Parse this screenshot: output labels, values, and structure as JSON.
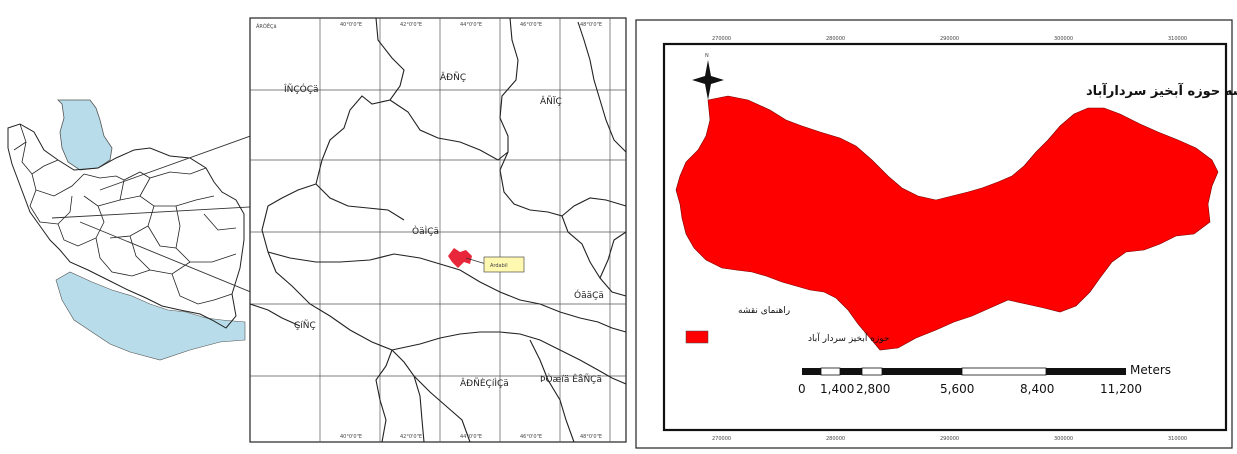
{
  "locator_map": {
    "province_labels": [
      "ÃRÕÊÇä",
      "ÂÐÑÇ",
      "ÂÑÏÇ",
      "ÎÑÇÓÇä",
      "ÇíÑÇ",
      "ÒäÌÇä",
      "ÞÒæíä ÊåÑÇä",
      "ÂÐÑÈÇíÌÇä",
      "ÓãäÇä"
    ],
    "study_area_tag": "Ardabil",
    "lake_color": "#b8dcea",
    "gulf_color": "#b8dcea",
    "marker_color": "#e8283a",
    "tag_color": "#fff8b0"
  },
  "watershed_map": {
    "title": "نقشه حوزه آبخیز سردارآباد",
    "legend_title": "راهنمای نقشه",
    "legend_item": "حوزه آبخیز سردار آباد",
    "fill_color": "#ff0000",
    "scale_unit": "Meters",
    "scale_labels": [
      "0",
      "1,400",
      "2,800",
      "5,600",
      "8,400",
      "11,200"
    ],
    "north_label": "N"
  }
}
